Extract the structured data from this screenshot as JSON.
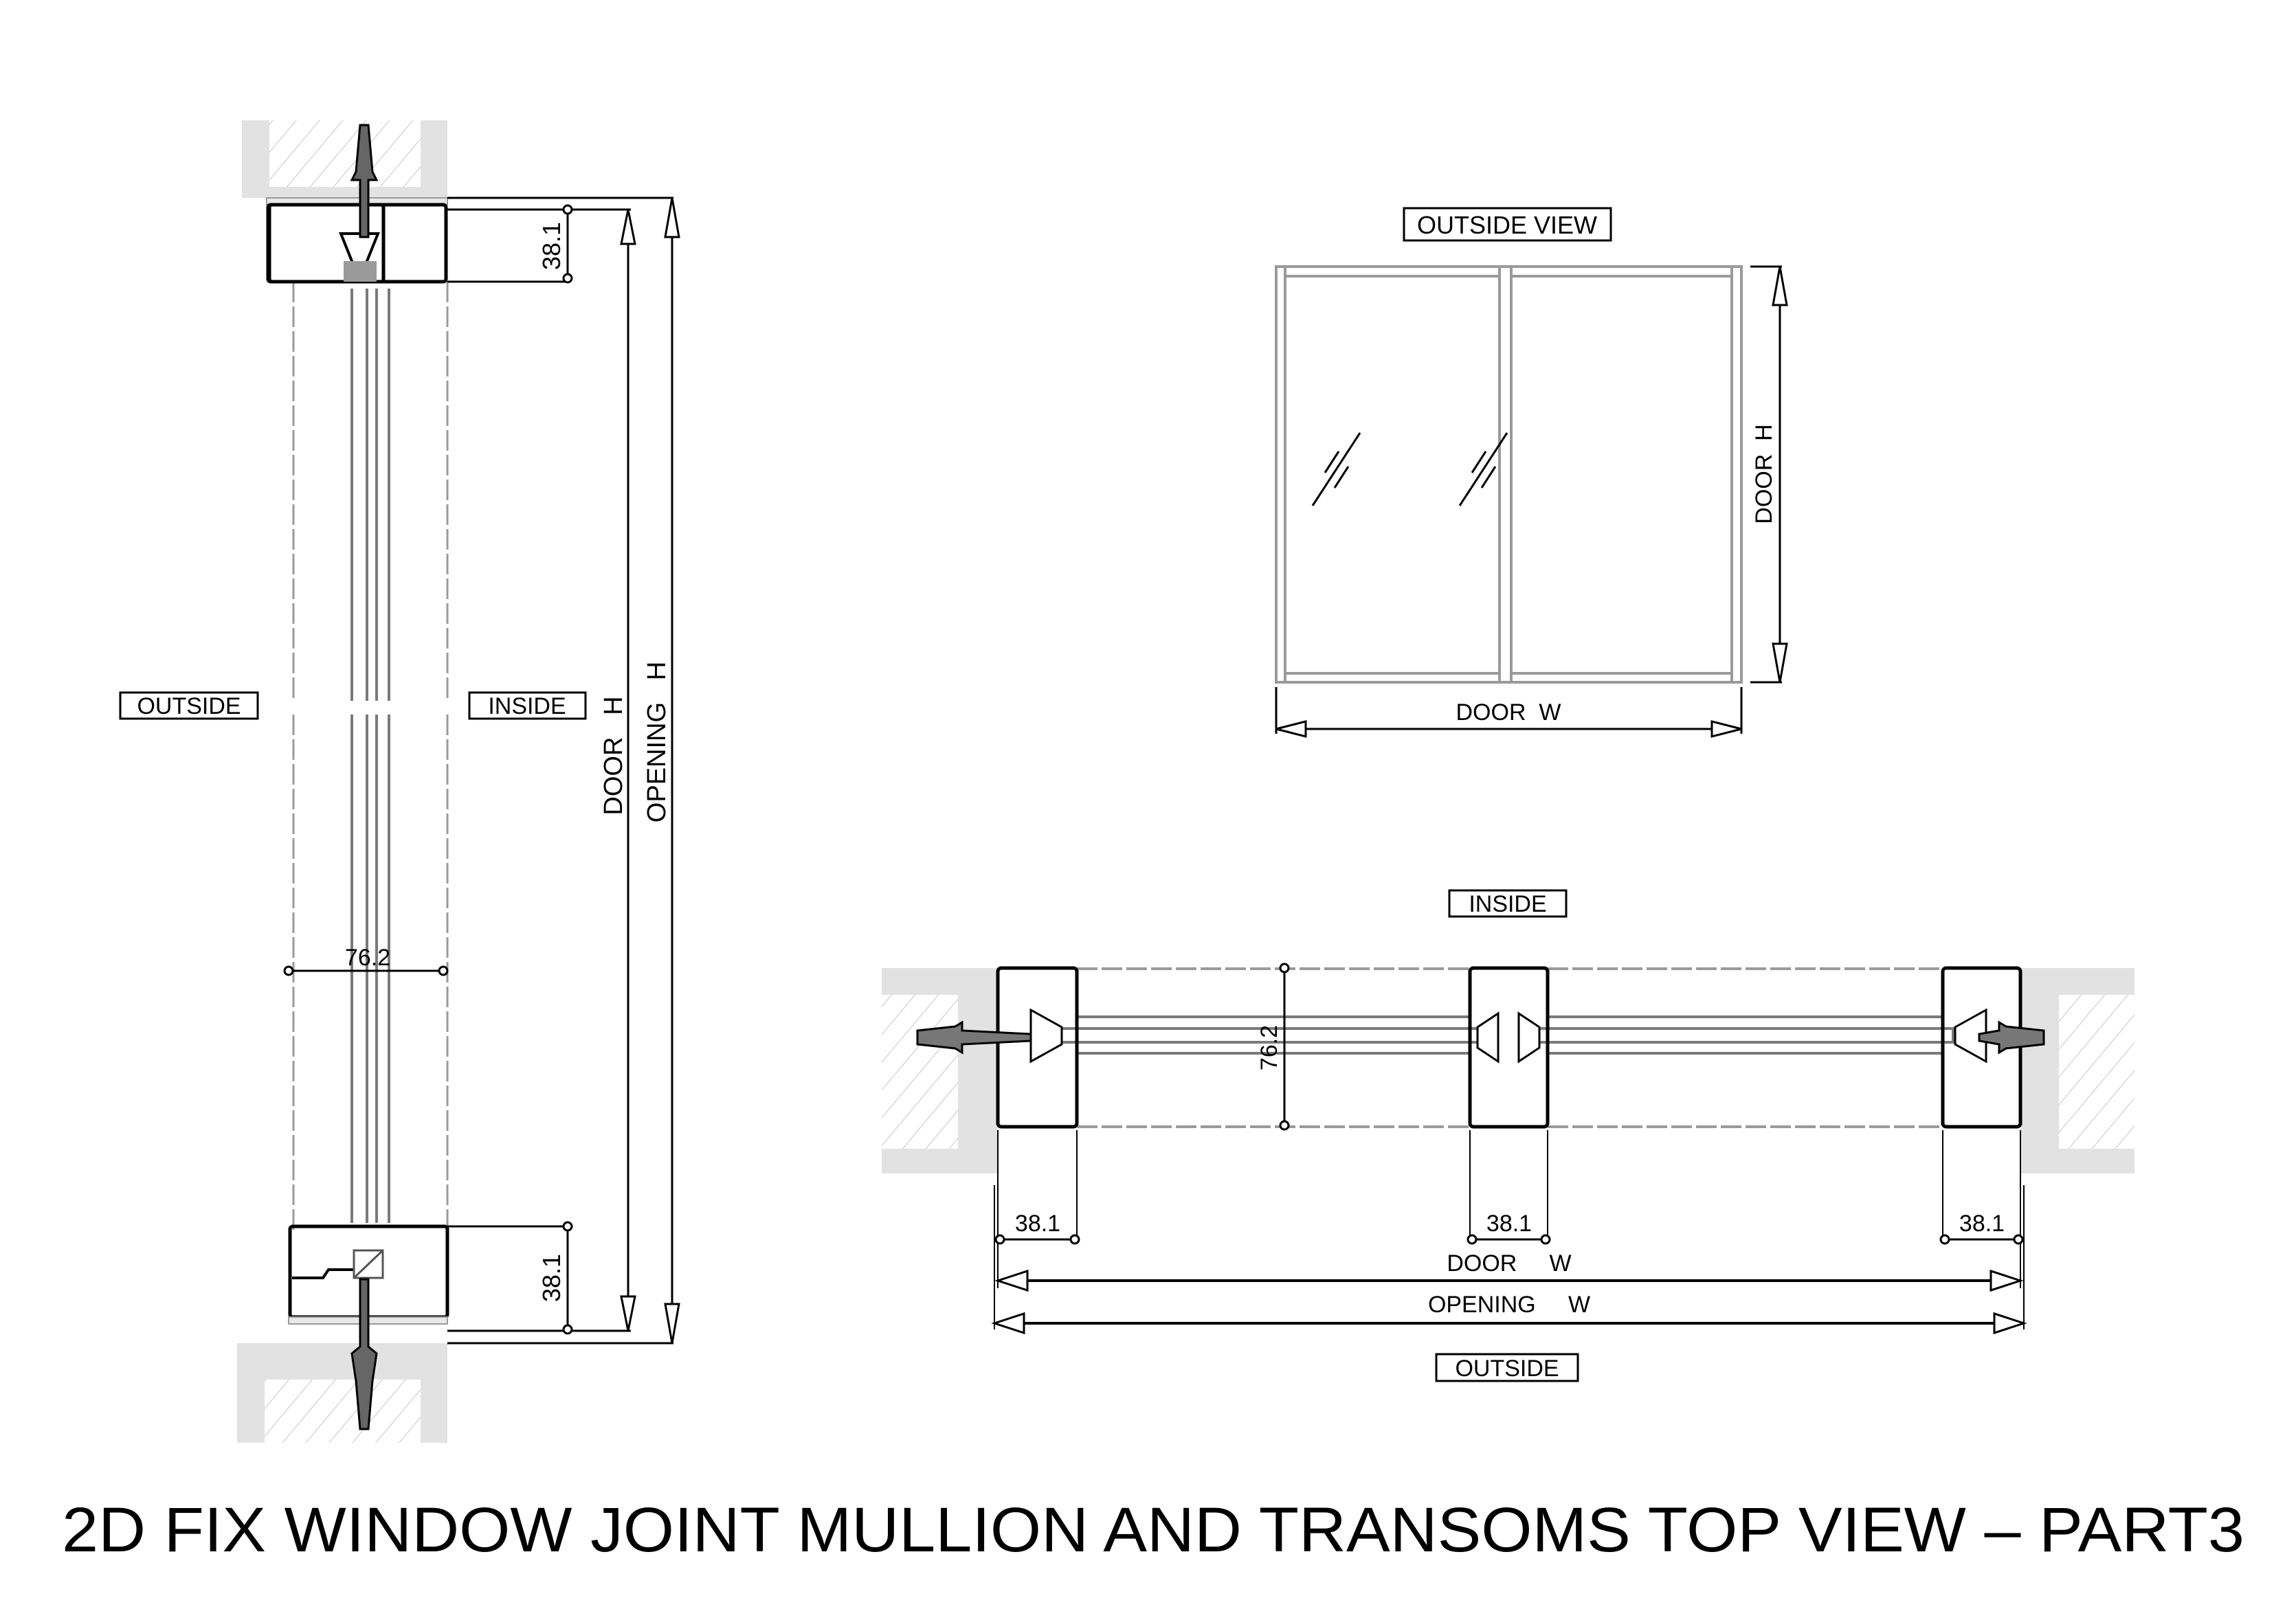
{
  "title": "2D FIX WINDOW JOINT MULLION AND TRANSOMS TOP VIEW – PART3",
  "colors": {
    "line": "#000000",
    "profile_gray": "#7a7a7a",
    "light_gray": "#9a9a9a",
    "wall_fill": "#e2e2e2",
    "background": "#ffffff"
  },
  "section_vertical": {
    "label_outside": "OUTSIDE",
    "label_inside": "INSIDE",
    "dim_top_profile": "38.1",
    "dim_bottom_profile": "38.1",
    "dim_depth": "76.2",
    "dim_door_h": "DOOR   H",
    "dim_opening_h": "OPENING   H"
  },
  "outside_view": {
    "label": "OUTSIDE VIEW",
    "dim_door_w": "DOOR  W",
    "dim_door_h": "DOOR  H",
    "panes": 2
  },
  "section_plan": {
    "label_inside": "INSIDE",
    "label_outside": "OUTSIDE",
    "dim_depth": "76.2",
    "dim_left_profile": "38.1",
    "dim_mid_profile": "38.1",
    "dim_right_profile": "38.1",
    "dim_door_w": "DOOR     W",
    "dim_opening_w": "OPENING     W"
  }
}
